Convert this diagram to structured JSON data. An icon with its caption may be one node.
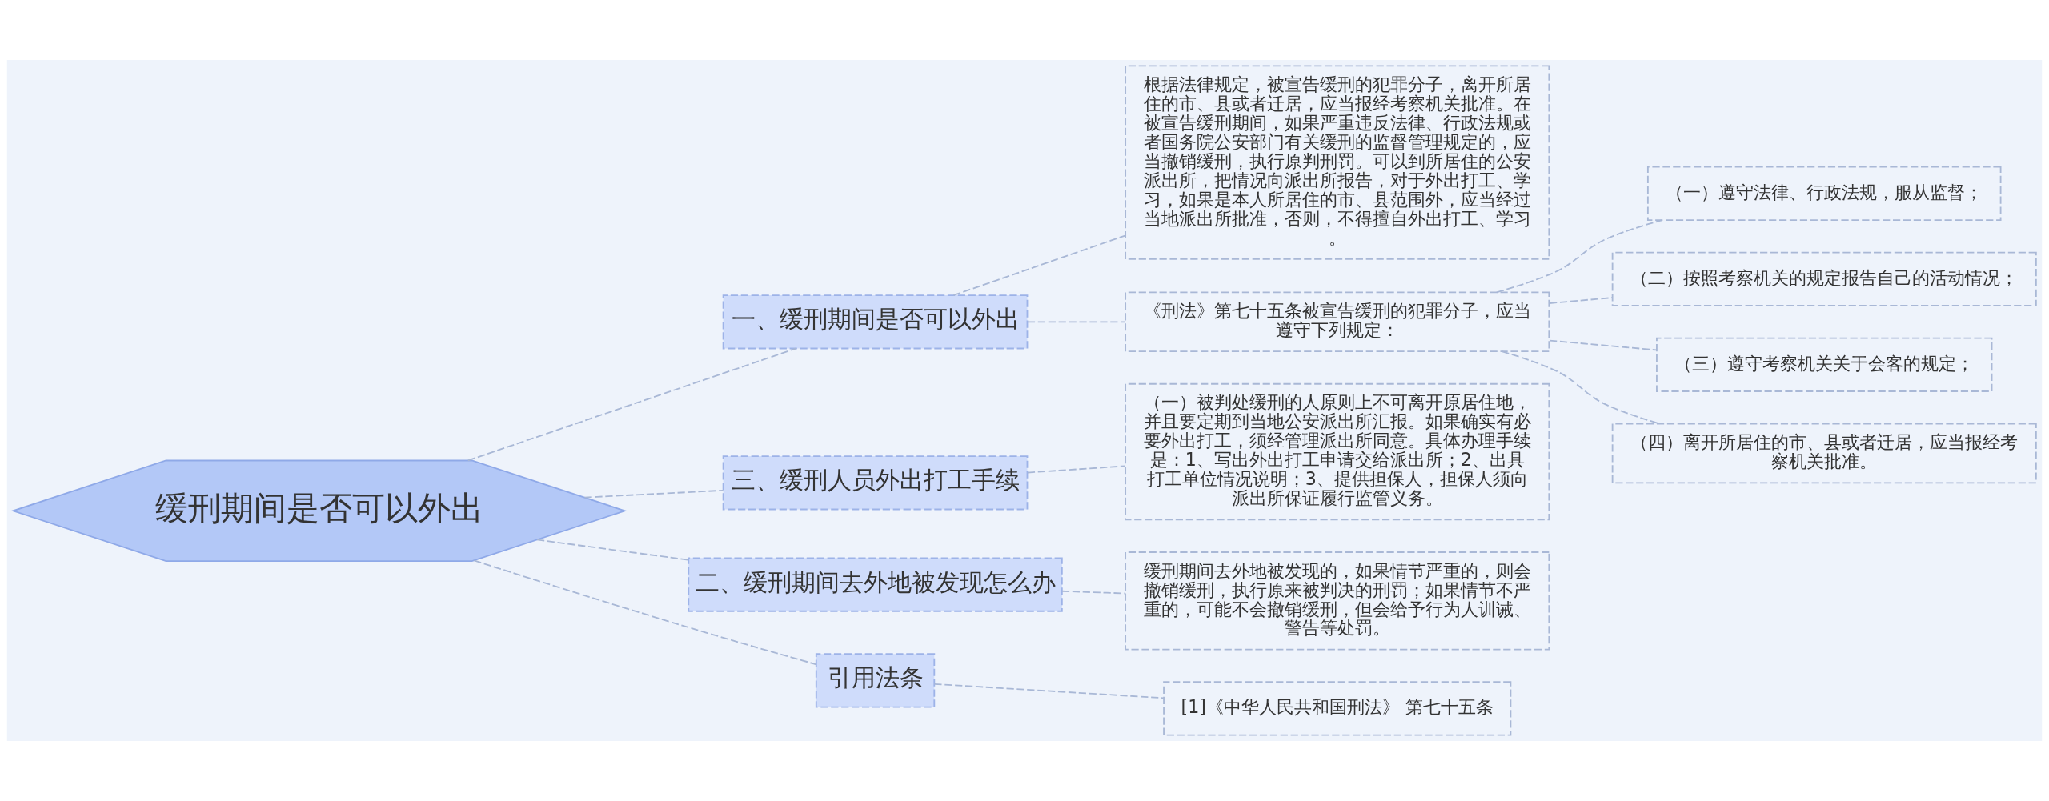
{
  "diagram": {
    "nodes": [
      {
        "text": [
          "缓刑期间是否可以外出"
        ]
      },
      {
        "text": [
          "一、缓刑期间是否可以外出"
        ]
      },
      {
        "text": [
          "根据法律规定，被宣告缓刑的犯罪分子，离开所居住的市、县或者迁居，应当报经考察机关批准。在被宣告缓刑期间，如果严重违反法律、行政法规或者国务院公安部门有关缓刑的监督管理规定的，应当撤销缓刑，执行原判刑罚。可以到所居住的公安派出所，把情况向派出所报告，对于外出打工、学习，如果是本人所居住的市、县范围外，应当经过当地派出所批准，否则，不得擅自外出打工、学习。"
        ]
      },
      {
        "text": [
          "《刑法》第七十五条被宣告缓刑的犯罪分子，应当遵守下列规定："
        ]
      },
      {
        "text": [
          "（一）遵守法律、行政法规，服从监督；"
        ]
      },
      {
        "text": [
          "（二）按照考察机关的规定报告自己的活动情况；"
        ]
      },
      {
        "text": [
          "（三）遵守考察机关关于会客的规定；"
        ]
      },
      {
        "text": [
          "（四）离开所居住的市、县或者迁居，应当报经考察机关批准。"
        ]
      },
      {
        "text": [
          "三、缓刑人员外出打工手续"
        ]
      },
      {
        "text": [
          "（一）被判处缓刑的人原则上不可离开原居住地，并且要定期到当地公安派出所汇报。如果确实有必要外出打工，须经管理派出所同意。具体办理手续是：1、写出外出打工申请交给派出所；2、出具打工单位情况说明；3、提供担保人，担保人须向派出所保证履行监管义务。"
        ]
      },
      {
        "text": [
          "二、缓刑期间去外地被发现怎么办"
        ]
      },
      {
        "text": [
          "缓刑期间去外地被发现的，如果情节严重的，则会撤销缓刑，执行原来被判决的刑罚；如果情节不严重的，可能不会撤销缓刑，但会给予行为人训诫、警告等处罚。"
        ]
      },
      {
        "text": [
          "引用法条"
        ]
      },
      {
        "text": [
          "[1]《中华人民共和国刑法》 第七十五条"
        ]
      }
    ],
    "edges": [
      {
        "from": 0,
        "to": 1,
        "arrow": "none"
      },
      {
        "from": 1,
        "to": 2,
        "arrow": "none"
      },
      {
        "from": 1,
        "to": 3,
        "arrow": "none"
      },
      {
        "from": 3,
        "to": 4,
        "arrow": "none"
      },
      {
        "from": 3,
        "to": 5,
        "arrow": "none"
      },
      {
        "from": 3,
        "to": 6,
        "arrow": "none"
      },
      {
        "from": 3,
        "to": 7,
        "arrow": "none"
      },
      {
        "from": 0,
        "to": 8,
        "arrow": "none"
      },
      {
        "from": 8,
        "to": 9,
        "arrow": "none"
      },
      {
        "from": 0,
        "to": 10,
        "arrow": "none"
      },
      {
        "from": 10,
        "to": 11,
        "arrow": "none"
      },
      {
        "from": 0,
        "to": 12,
        "arrow": "none"
      },
      {
        "from": 12,
        "to": 13,
        "arrow": "none"
      }
    ]
  }
}
